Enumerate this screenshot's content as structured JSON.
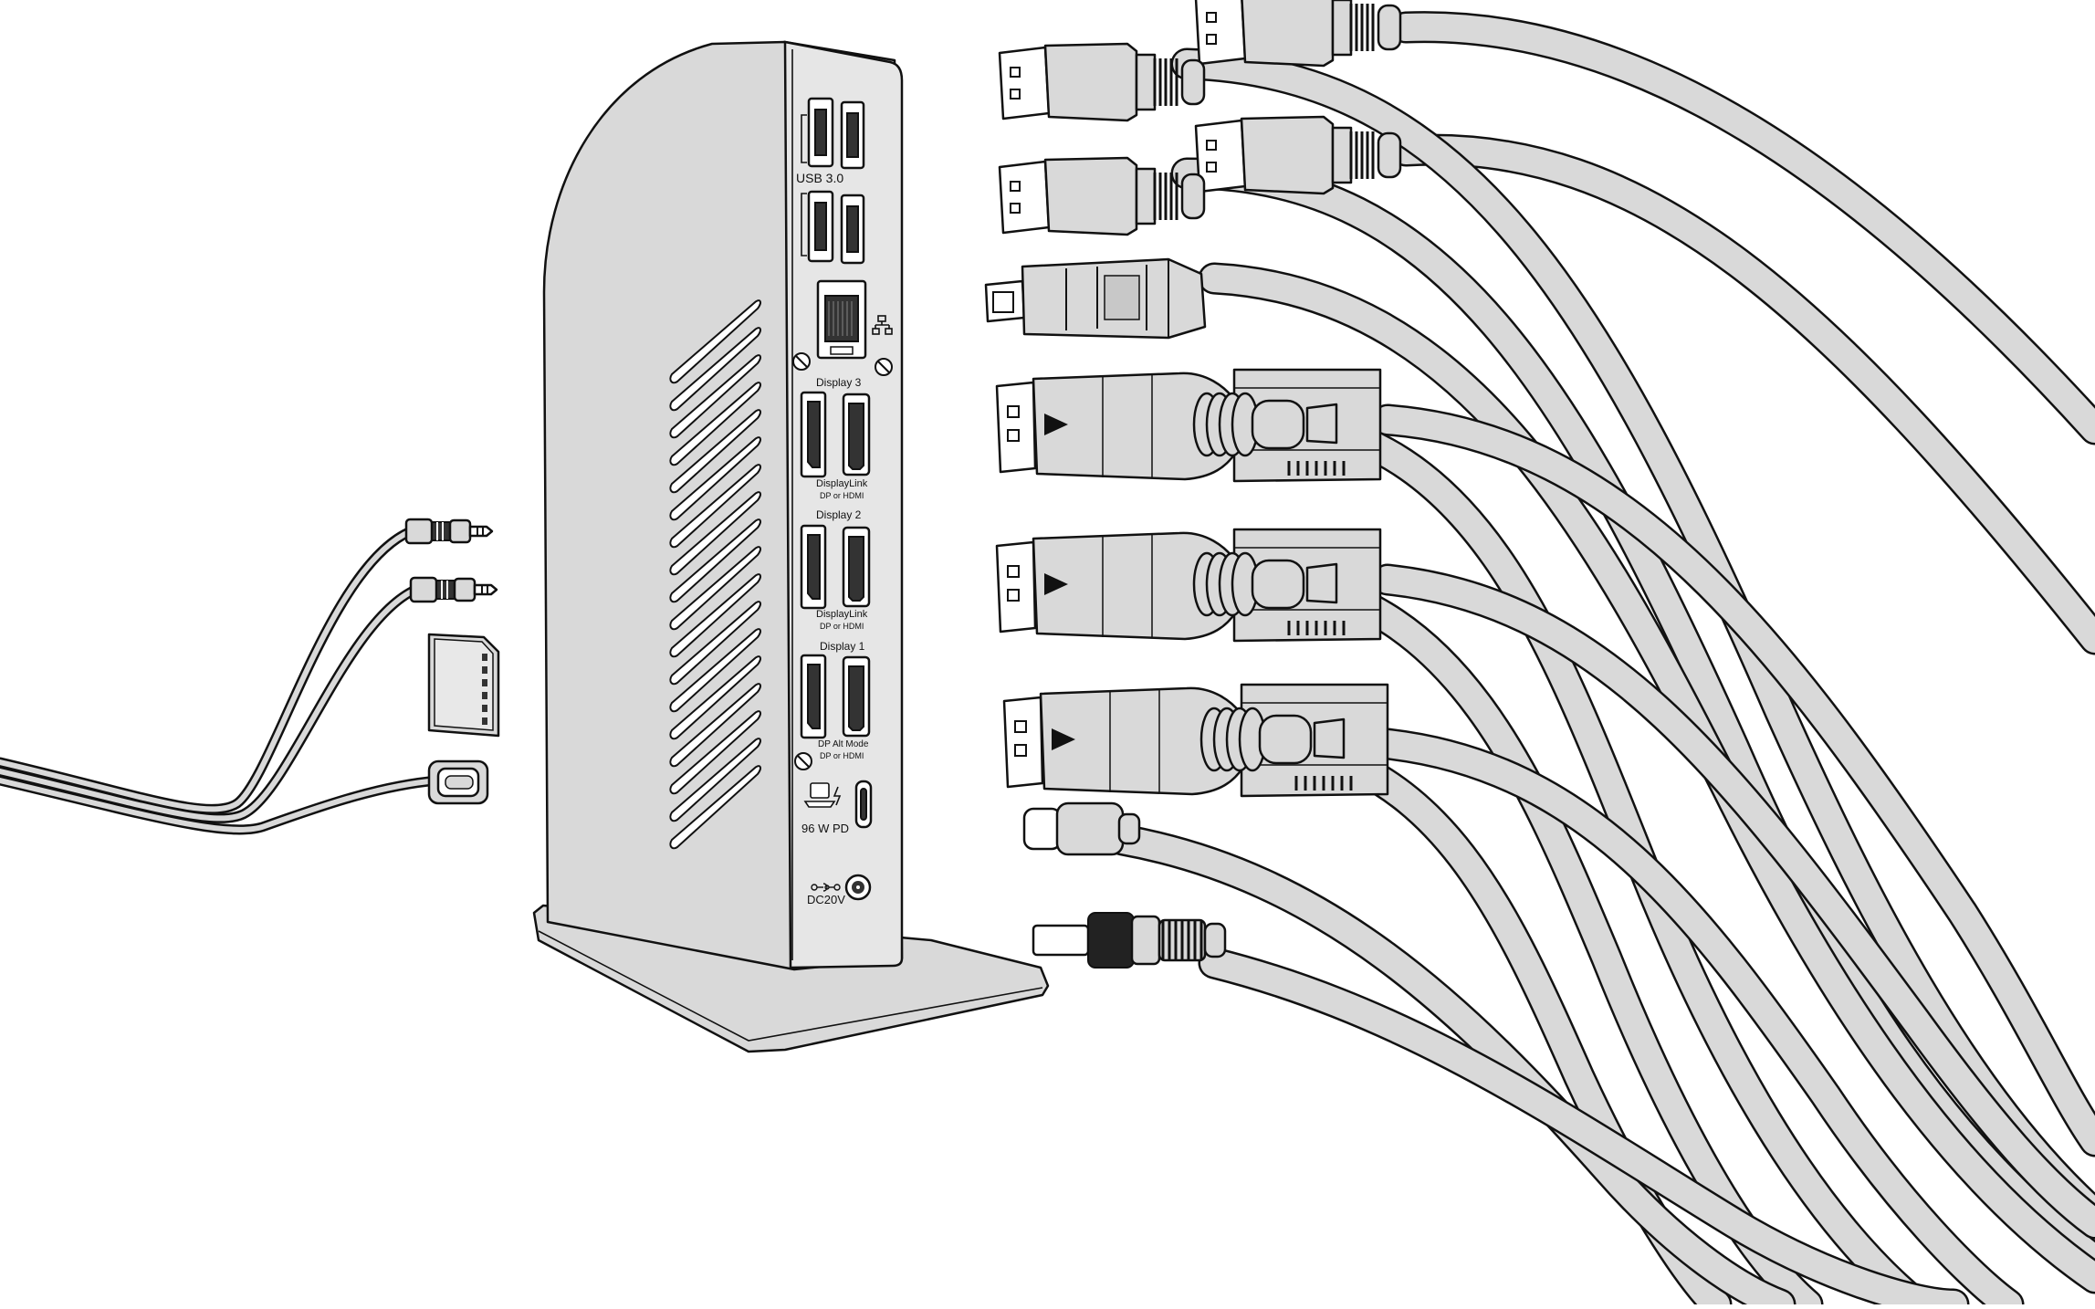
{
  "colors": {
    "line": "#111111",
    "fill": "#d9d9d9",
    "dark": "#333333",
    "background": "#ffffff"
  },
  "dock": {
    "usb_label": "USB 3.0",
    "display3_label": "Display 3",
    "display3_sub1": "DisplayLink",
    "display3_sub2": "DP or HDMI",
    "display2_label": "Display 2",
    "display2_sub1": "DisplayLink",
    "display2_sub2": "DP or HDMI",
    "display1_label": "Display 1",
    "display1_sub1": "DP Alt Mode",
    "display1_sub2": "DP or HDMI",
    "pd_label": "96 W PD",
    "dc_label": "DC20V",
    "ethernet_icon": "network-icon",
    "laptop_icon": "laptop-power-icon"
  },
  "left_connectors": [
    "audio-jack-plug-1",
    "audio-jack-plug-2",
    "sd-card",
    "usb-c-plug"
  ],
  "right_connectors": [
    "usb-a-plug-pair-1",
    "usb-a-plug-pair-2",
    "ethernet-plug",
    "displayport-hdmi-pair-3",
    "displayport-hdmi-pair-2",
    "displayport-hdmi-pair-1",
    "usb-c-plug",
    "dc-barrel-plug"
  ]
}
